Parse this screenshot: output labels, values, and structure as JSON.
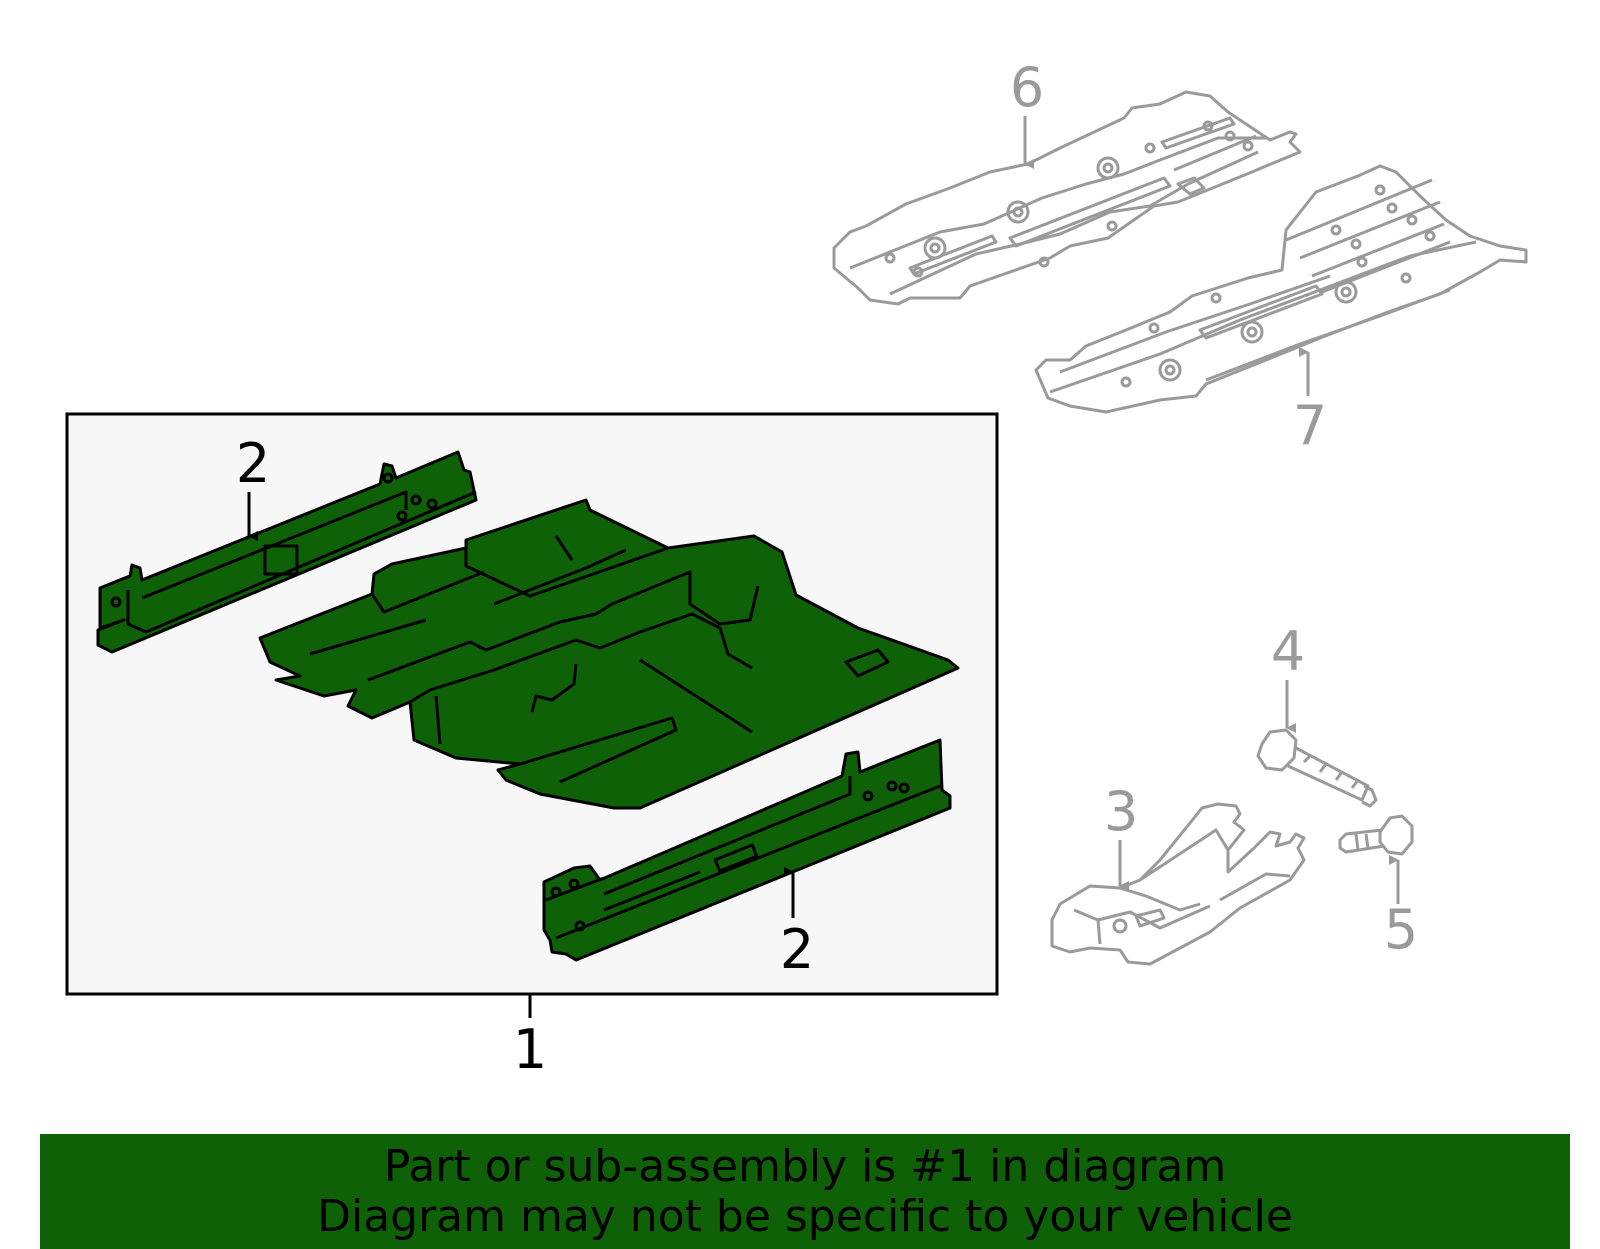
{
  "diagram": {
    "colors": {
      "highlight_fill": "#0f6107",
      "outline": "#000000",
      "ghost": "#9a9a9a",
      "box_fill": "#f7f7f7"
    },
    "callouts": {
      "c1": "1",
      "c2_top": "2",
      "c2_bottom": "2",
      "c3": "3",
      "c4": "4",
      "c5": "5",
      "c6": "6",
      "c7": "7"
    }
  },
  "banner": {
    "line1": "Part or sub-assembly is #1 in diagram",
    "line2": "Diagram may not be specific to your vehicle"
  }
}
